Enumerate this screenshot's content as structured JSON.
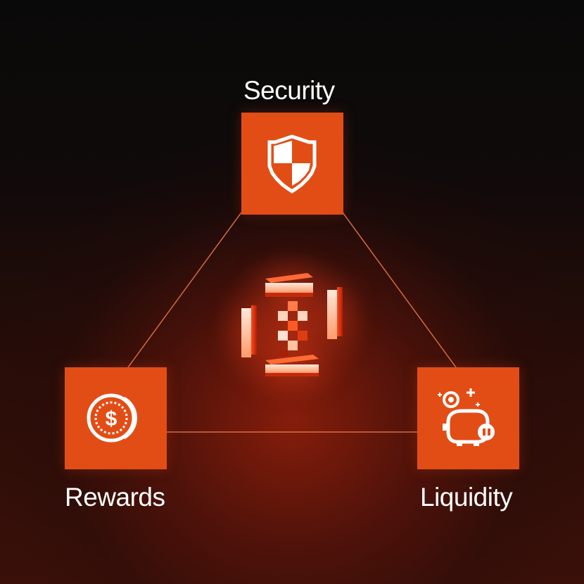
{
  "nodes": {
    "security": {
      "label": "Security",
      "icon": "shield-icon"
    },
    "rewards": {
      "label": "Rewards",
      "icon": "dollar-coin-icon"
    },
    "liquidity": {
      "label": "Liquidity",
      "icon": "piggy-bank-icon"
    }
  },
  "center": {
    "icon": "pixel-logo-icon"
  },
  "colors": {
    "accent": "#e24d16",
    "line": "#f07a4a",
    "text": "#ffffff",
    "background": "#0a0909"
  }
}
